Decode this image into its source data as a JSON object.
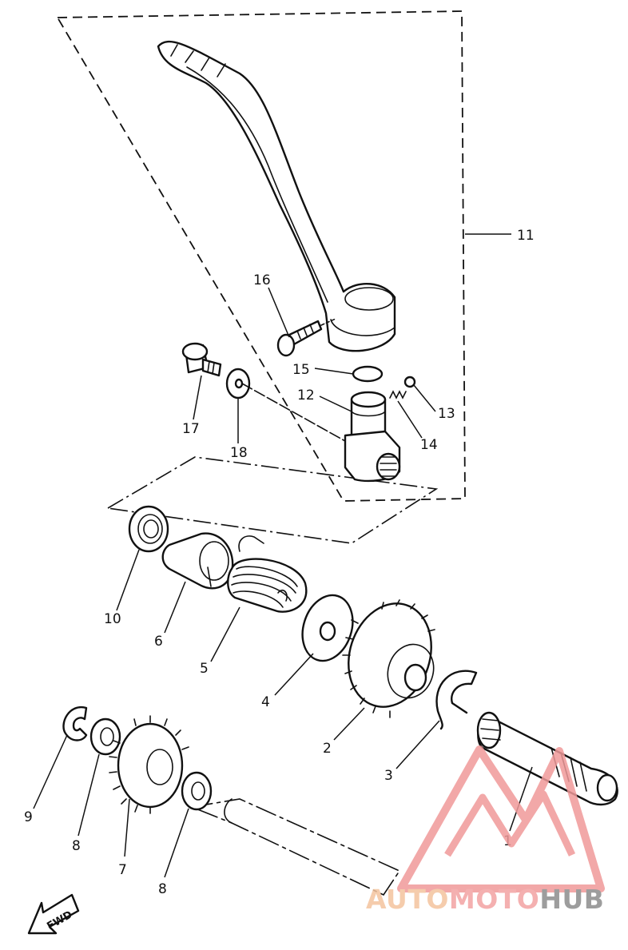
{
  "callouts": {
    "p1": "1",
    "p2": "2",
    "p3": "3",
    "p4": "4",
    "p5": "5",
    "p6": "6",
    "p7": "7",
    "p8a": "8",
    "p8b": "8",
    "p9": "9",
    "p10": "10",
    "p11": "11",
    "p12": "12",
    "p13": "13",
    "p14": "14",
    "p15": "15",
    "p16": "16",
    "p17": "17",
    "p18": "18"
  },
  "fwd_label": "FWD",
  "watermark": {
    "part_a": "AUTO",
    "part_b": "MOTO",
    "part_c": "HUB",
    "colors": {
      "orange": "#f4c49e",
      "red": "#f3a3a3",
      "gray": "#8d8d8d"
    }
  }
}
